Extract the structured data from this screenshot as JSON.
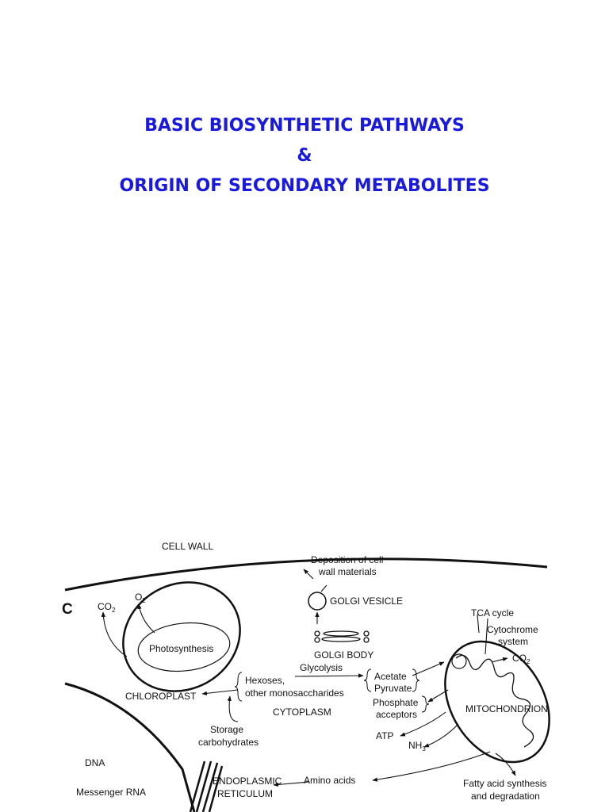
{
  "title": {
    "line1": "BASIC BIOSYNTHETIC PATHWAYS",
    "line2": "&",
    "line3": "ORIGIN OF SECONDARY METABOLITES"
  },
  "diagram": {
    "panel_letter": "C",
    "labels": {
      "cell_wall": "CELL WALL",
      "deposition_1": "Deposition of cell",
      "deposition_2": "wall materials",
      "golgi_vesicle": "GOLGI VESICLE",
      "golgi_body": "GOLGI BODY",
      "co2_left": "CO",
      "co2_left_sub": "2",
      "o2": "O",
      "o2_sub": "2",
      "photosynthesis": "Photosynthesis",
      "chloroplast": "CHLOROPLAST",
      "hexoses": "Hexoses,",
      "monosaccharides": "other monosaccharides",
      "glycolysis": "Glycolysis",
      "cytoplasm": "CYTOPLASM",
      "acetate": "Acetate",
      "pyruvate": "Pyruvate",
      "phosphate": "Phosphate",
      "acceptors": "acceptors",
      "tca_cycle": "TCA cycle",
      "cytochrome": "Cytochrome",
      "system": "system",
      "co2_right": "CO",
      "co2_right_sub": "2",
      "mitochondrion": "MITOCHONDRION",
      "atp": "ATP",
      "nh3": "NH",
      "nh3_sub": "3",
      "storage": "Storage",
      "carbohydrates": "carbohydrates",
      "dna": "DNA",
      "messenger_rna": "Messenger RNA",
      "endoplasmic": "ENDOPLASMIC",
      "reticulum": "RETICULUM",
      "amino_acids": "Amino acids",
      "fatty_1": "Fatty acid synthesis",
      "fatty_2": "and degradation"
    }
  }
}
